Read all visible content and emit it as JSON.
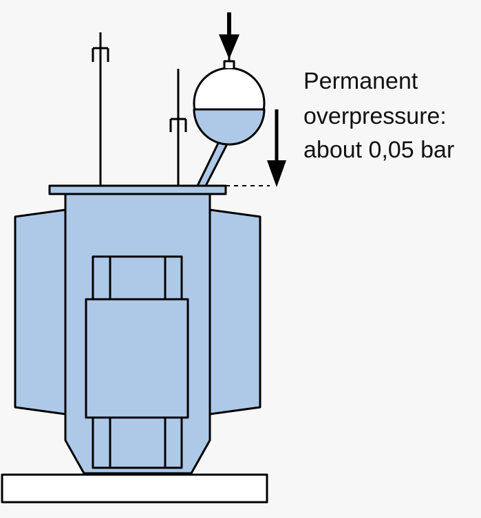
{
  "annotation": {
    "line1": "Permanent",
    "line2": "overpressure:",
    "line3": "about 0,05 bar"
  },
  "colors": {
    "background": "#f7f7f8",
    "oil_fill": "#aec8e8",
    "outline": "#000000",
    "base_fill": "#ffffff"
  }
}
